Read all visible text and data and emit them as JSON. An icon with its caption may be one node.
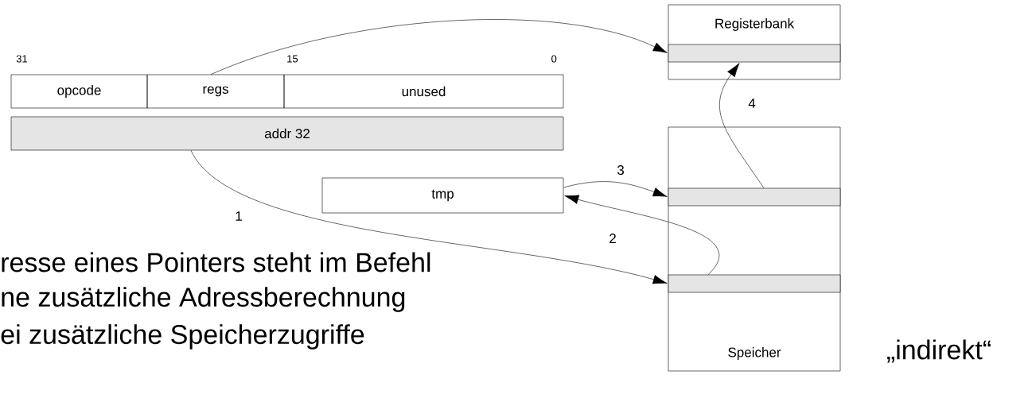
{
  "diagram": {
    "nodes": [
      {
        "text": [
          "opcode"
        ]
      },
      {
        "text": [
          "regs"
        ]
      },
      {
        "text": [
          "unused"
        ]
      },
      {
        "text": [
          "addr 32"
        ]
      },
      {
        "text": [
          "tmp"
        ]
      },
      {
        "text": [
          "Registerbank"
        ]
      },
      {
        "text": [],
        "shape": "bar",
        "in": 5
      },
      {
        "text": [
          "Speicher"
        ]
      },
      {
        "text": [],
        "shape": "bar",
        "in": 7
      },
      {
        "text": [],
        "shape": "bar",
        "in": 7
      }
    ],
    "edges": [
      {
        "from": 1,
        "to": 6,
        "arrow": "to"
      },
      {
        "from": 3,
        "to": 9,
        "arrow": "to",
        "label": "1"
      },
      {
        "from": 9,
        "to": 4,
        "arrow": "to",
        "label": "2"
      },
      {
        "from": 4,
        "to": 8,
        "arrow": "to",
        "label": "3"
      },
      {
        "from": 8,
        "to": 6,
        "arrow": "to",
        "label": "4"
      }
    ],
    "labels": [
      "31",
      "15",
      "0",
      "resse eines Pointers steht im Befehl",
      "ne zusätzliche Adressberechnung",
      "ei zusätzliche Speicherzugriffe",
      "„indirekt“"
    ]
  }
}
